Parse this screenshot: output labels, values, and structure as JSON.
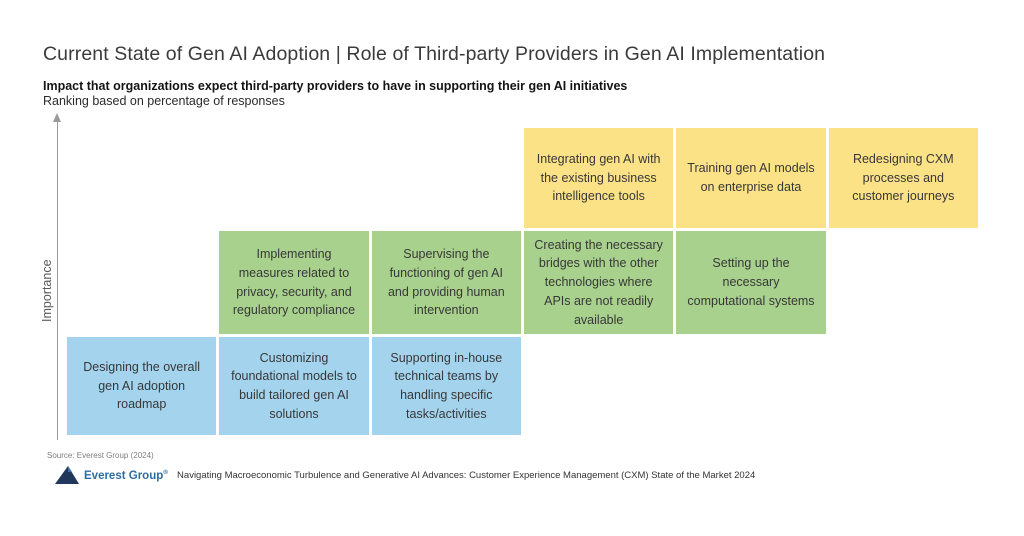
{
  "header": {
    "title": "Current State of Gen AI Adoption | Role of Third-party Providers in Gen AI Implementation",
    "subtitle_bold": "Impact that organizations expect third-party providers to have in supporting their gen AI initiatives",
    "subtitle_note": "Ranking based on percentage of responses"
  },
  "axis": {
    "y_label": "Importance"
  },
  "chart_data": {
    "type": "table",
    "title": "Current State of Gen AI Adoption | Role of Third-party Providers in Gen AI Implementation",
    "subtitle": "Impact that organizations expect third-party providers to have in supporting their gen AI initiatives",
    "note": "Ranking based on percentage of responses",
    "ylabel": "Importance",
    "layout": {
      "columns": 6,
      "legend_position": "none",
      "description": "Staircase matrix: higher row = higher importance; column position = ranking based on percentage of responses"
    },
    "tiers": [
      {
        "level": "high",
        "color": "#FBE287",
        "items": [
          {
            "col": 4,
            "label": "Integrating gen AI with the existing business intelligence tools"
          },
          {
            "col": 5,
            "label": "Training gen AI models on enterprise data"
          },
          {
            "col": 6,
            "label": "Redesigning CXM processes and customer journeys"
          }
        ]
      },
      {
        "level": "medium",
        "color": "#A8D18D",
        "items": [
          {
            "col": 2,
            "label": "Implementing measures related to privacy, security, and regulatory compliance"
          },
          {
            "col": 3,
            "label": "Supervising the functioning of gen AI and providing human intervention"
          },
          {
            "col": 4,
            "label": "Creating the necessary bridges with the other technologies where APIs are not readily available"
          },
          {
            "col": 5,
            "label": "Setting up the necessary computational systems"
          }
        ]
      },
      {
        "level": "low",
        "color": "#A4D3EE",
        "items": [
          {
            "col": 1,
            "label": "Designing the overall gen AI adoption roadmap"
          },
          {
            "col": 2,
            "label": "Customizing foundational models to build tailored gen AI solutions"
          },
          {
            "col": 3,
            "label": "Supporting in-house technical teams by handling specific tasks/activities"
          }
        ]
      }
    ]
  },
  "footer": {
    "source": "Source: Everest Group (2024)",
    "logo_text": "Everest Group",
    "logo_mark": "®",
    "report_title": "Navigating Macroeconomic Turbulence and Generative AI Advances: Customer Experience Management (CXM) State of the Market 2024"
  }
}
